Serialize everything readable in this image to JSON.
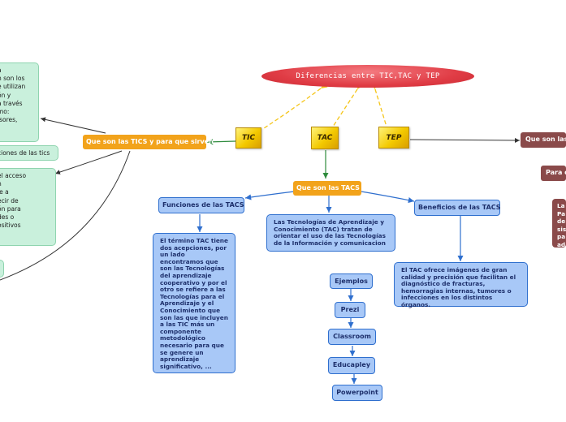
{
  "root": {
    "title": "Diferencias entre TIC,TAC y TEP"
  },
  "labels": {
    "tic": "TIC",
    "tac": "TAC",
    "tep": "TEP"
  },
  "tic": {
    "title": "Que son las TICS y para que sirven",
    "definition_lines": [
      "a",
      "n son los",
      "e utilizan",
      "ón y",
      "a través",
      "mo:",
      "isores,"
    ],
    "functions_label": "ciones de las tics",
    "functions_lines": [
      "el acceso",
      "n",
      "le a",
      "ecir de",
      "ón para",
      "des o",
      "ositivos"
    ]
  },
  "tac": {
    "title": "Que son las TACS",
    "definition": "Las Tecnologías de Aprendizaje y Conocimiento (TAC) tratan de orientar el uso de las Tecnologías de la Información y comunicacion",
    "functions_title": "Funciones de las TACS",
    "functions_text": "El término TAC tiene dos acepciones, por un lado encontramos que son las Tecnologías del aprendizaje cooperativo y por el otro se refiere a las Tecnologías para el Aprendizaje y el Conocimiento que son las que incluyen a las TIC más un componente metodológico necesario para que se genere un aprendizaje significativo, ...",
    "benefits_title": "Beneficios de las TACS",
    "benefits_text": "El TAC ofrece imágenes de gran calidad y precisión que facilitan el diagnóstico de fracturas, hemorragias internas, tumores o infecciones en los distintos órganos.",
    "examples_title": "Ejemplos",
    "examples": [
      "Prezi",
      "Classroom",
      "Educapley",
      "Powerpoint"
    ]
  },
  "tep": {
    "title": "Que son las",
    "purpose": "Para q",
    "definition_lines": [
      "La",
      "Pa",
      "de",
      "sis",
      "pa",
      "ad"
    ]
  },
  "colors": {
    "root": "#e03c45",
    "orange": "#f2a31b",
    "blue_fill": "#a8c8f7",
    "blue_border": "#2f6fce",
    "green_fill": "#c9f0dc",
    "brown": "#8a4a4a",
    "yellow": "#f3c900",
    "dash": "#f5c518"
  }
}
